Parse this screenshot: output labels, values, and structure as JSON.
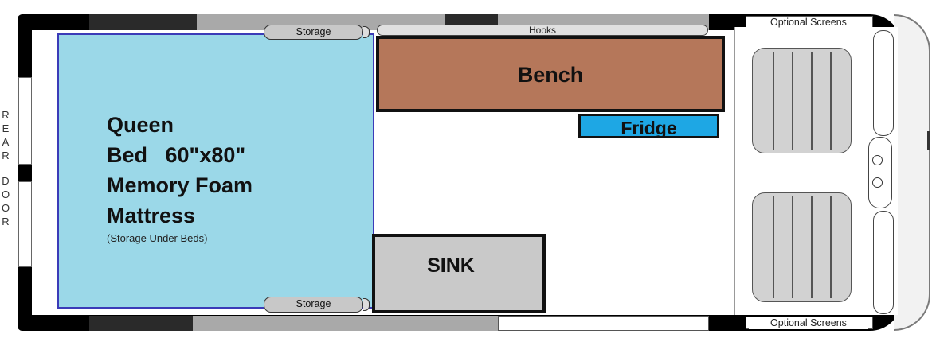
{
  "diagram": {
    "bed": {
      "lines": [
        "Queen",
        "Bed   60\"x80\"",
        "Memory Foam",
        "Mattress"
      ],
      "note": "(Storage Under Beds)"
    },
    "labels": {
      "storage_top": "Storage",
      "storage_bottom": "Storage",
      "hooks": "Hooks",
      "bench": "Bench",
      "fridge": "Fridge",
      "sink": "SINK",
      "screens_top": "Optional Screens",
      "screens_bottom": "Optional Screens"
    },
    "rear_door": [
      "R",
      "E",
      "A",
      "R",
      "",
      "D",
      "O",
      "O",
      "R"
    ],
    "colors": {
      "bed": "#9bd8e8",
      "bench": "#b5775a",
      "fridge": "#1ea7e4",
      "sink": "#c9c9c9"
    }
  }
}
